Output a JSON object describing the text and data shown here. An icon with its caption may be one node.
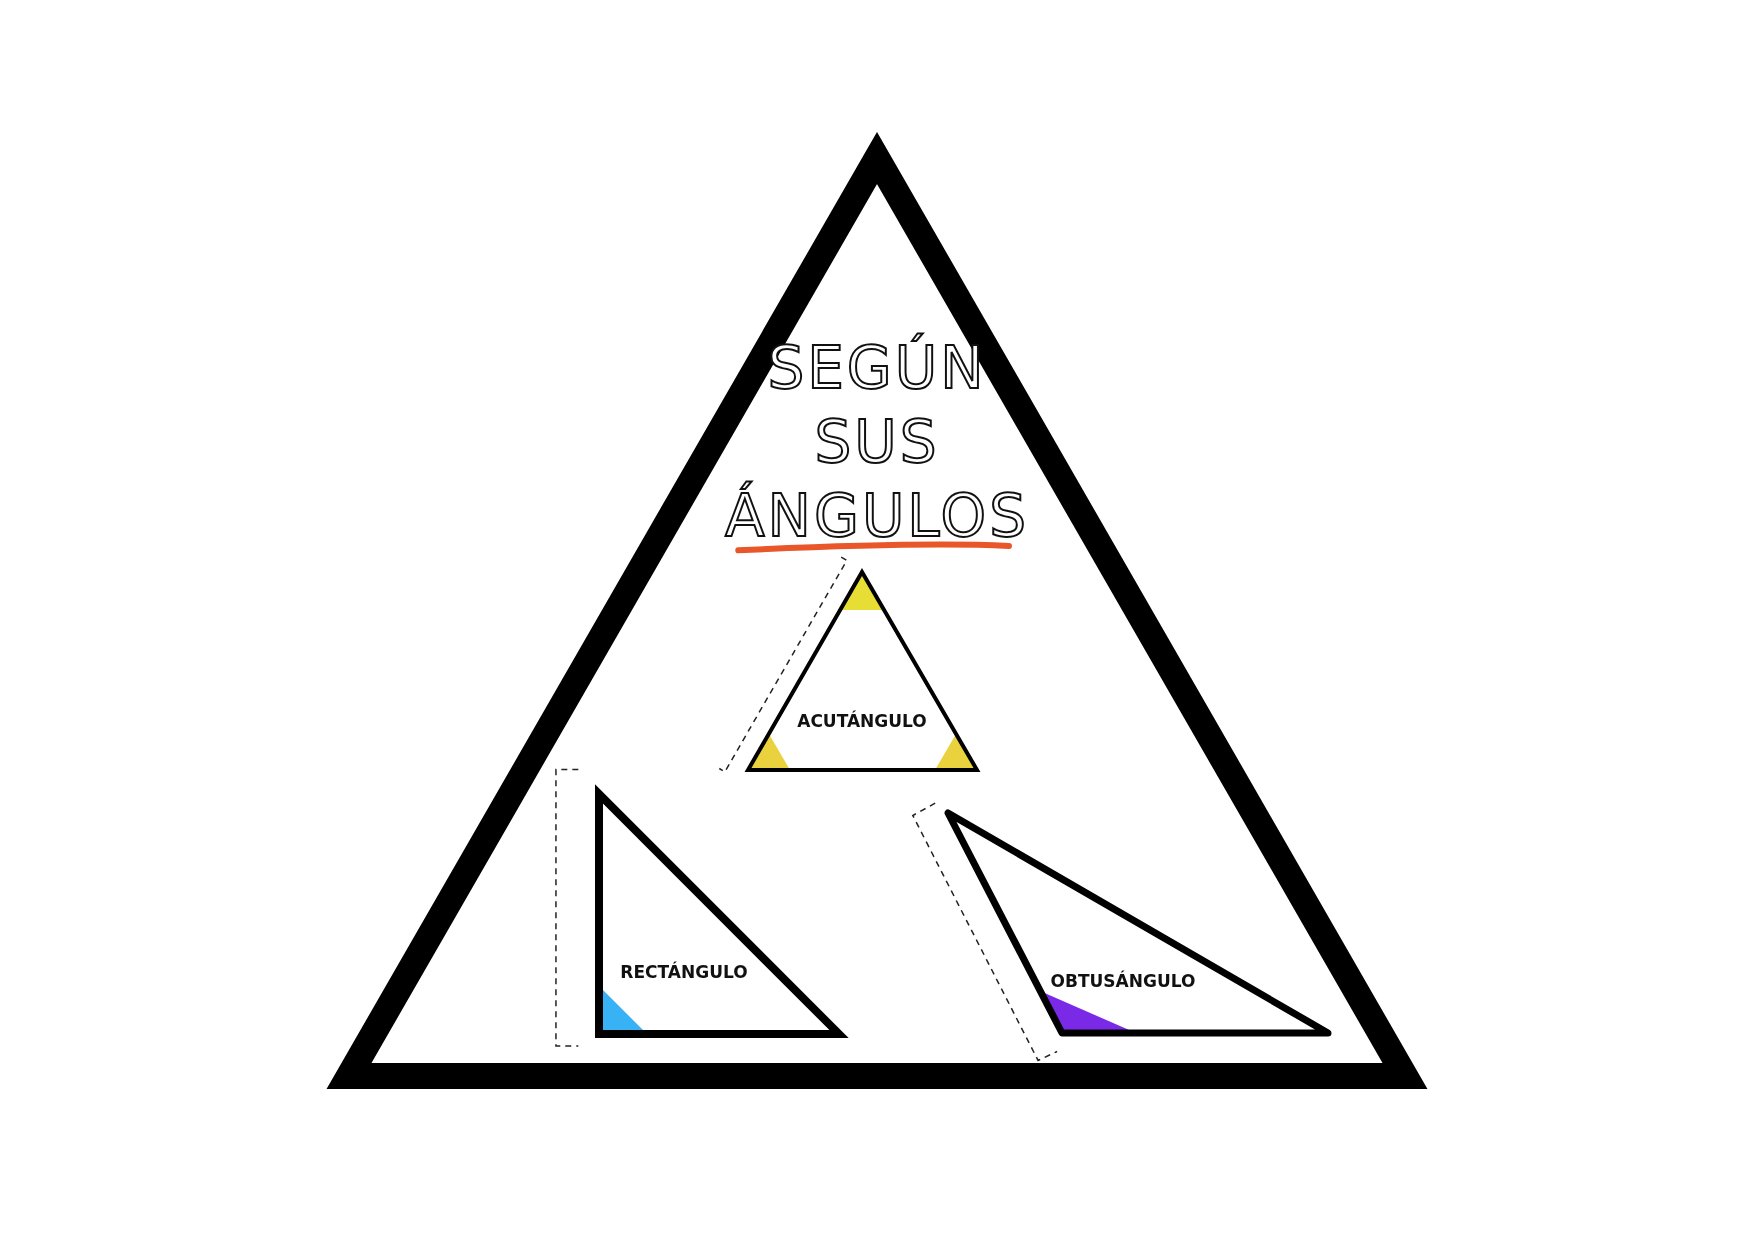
{
  "diagram": {
    "nodes": [
      {
        "text": [
          "SEGÚN SUS ÁNGULOS"
        ]
      },
      {
        "text": [
          "ACUTÁNGULO"
        ],
        "in": 0
      },
      {
        "text": [
          "RECTÁNGULO"
        ],
        "in": 0
      },
      {
        "text": [
          "OBTUSÁNGULO"
        ],
        "in": 0
      }
    ]
  }
}
